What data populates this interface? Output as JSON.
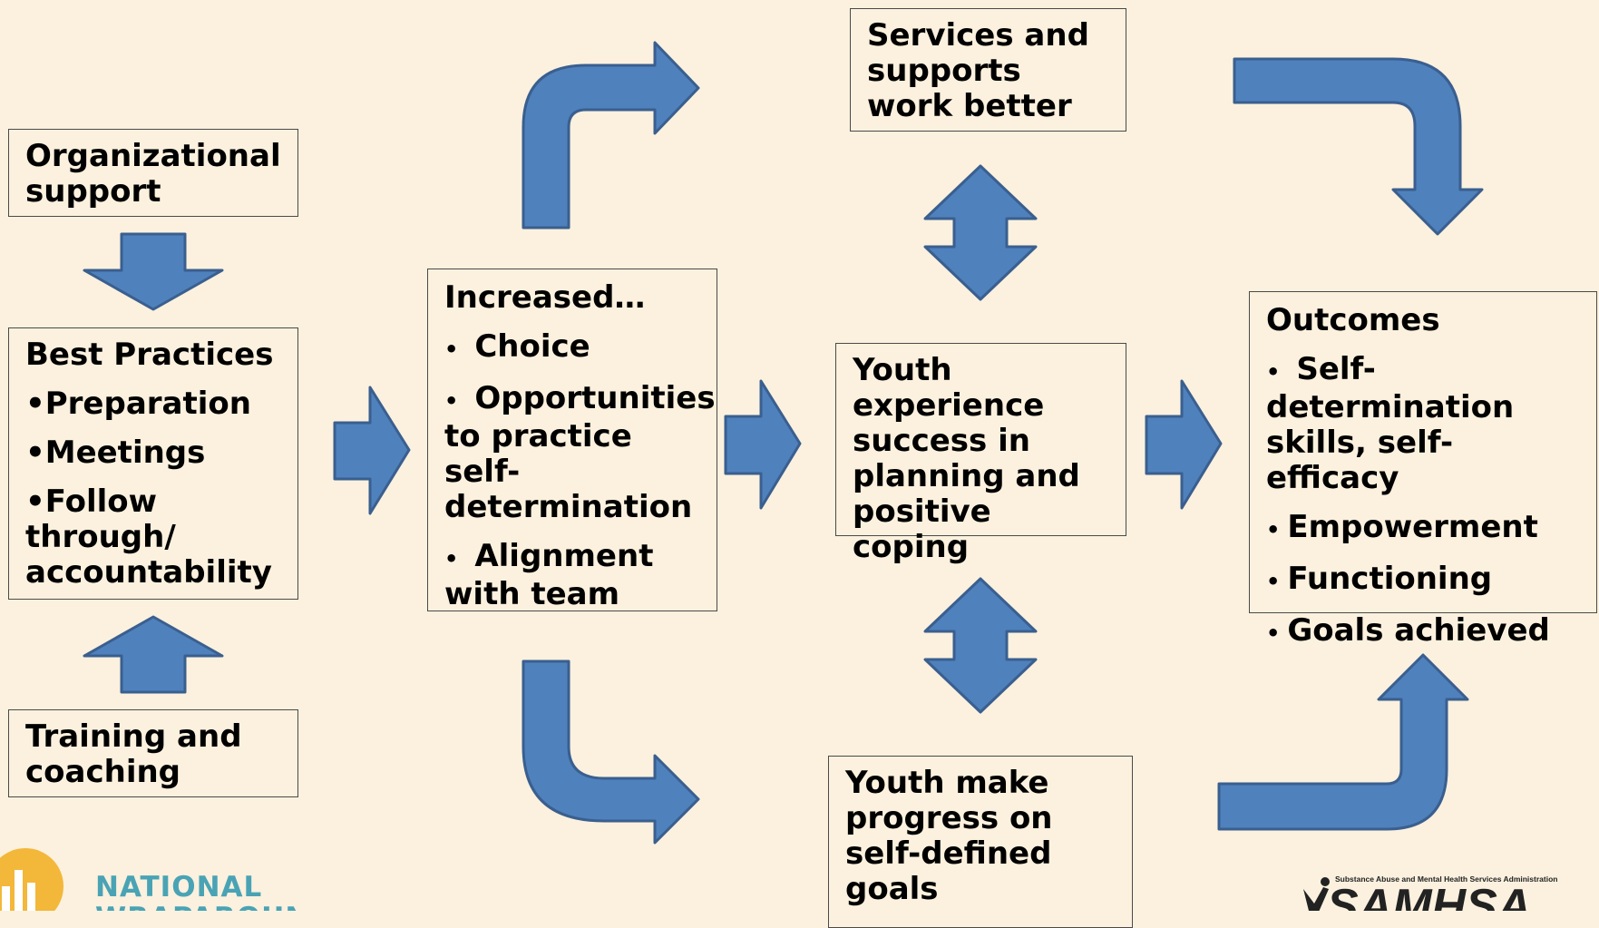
{
  "colors": {
    "background": "#FBF1DE",
    "arrow_fill": "#4F81BD",
    "arrow_stroke": "#3A5F8F",
    "box_border": "#4a4a4a"
  },
  "boxes": {
    "org_support": {
      "title": "Organizational support"
    },
    "best_practices": {
      "title": "Best Practices",
      "items": [
        "•Preparation",
        "•Meetings",
        "•Follow through/ accountability"
      ]
    },
    "training": {
      "title": "Training and coaching"
    },
    "increased": {
      "title": "Increased…",
      "items": [
        "Choice",
        "Opportunities to practice self-determination",
        "Alignment with team"
      ]
    },
    "services": {
      "title": "Services and supports work better"
    },
    "youth_experience": {
      "title": "Youth experience success in planning and positive coping"
    },
    "youth_progress": {
      "title": "Youth make progress on self-defined goals"
    },
    "outcomes": {
      "title": "Outcomes",
      "items": [
        "Self-determination skills, self-efficacy",
        "Empowerment",
        "Functioning",
        "Goals achieved"
      ]
    }
  },
  "logos": {
    "national_wraparound": {
      "line1": "NATIONAL",
      "line2": "WRAPAROUND"
    },
    "samhsa": {
      "tagline": "Substance Abuse and Mental Health Services Administration",
      "name": "SAMHSA"
    }
  }
}
